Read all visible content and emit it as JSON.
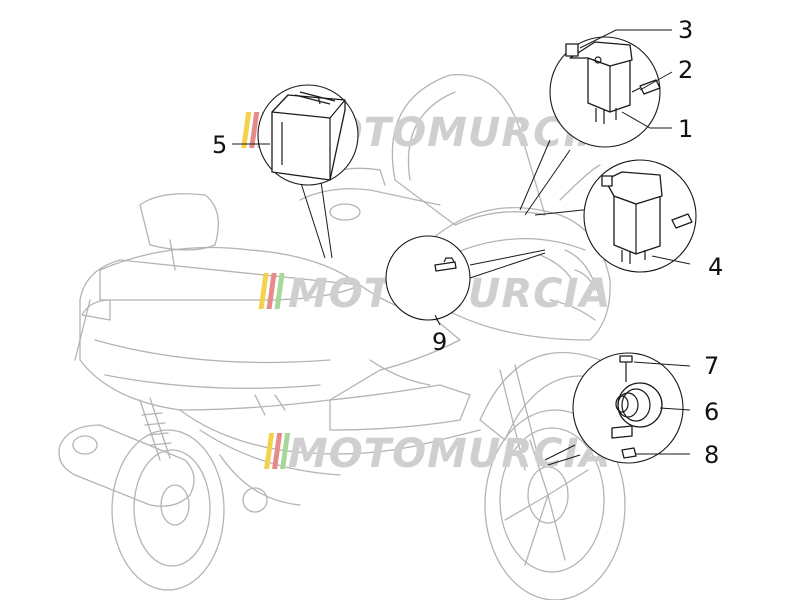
{
  "diagram": {
    "callouts": [
      {
        "id": "c1",
        "label": "1"
      },
      {
        "id": "c2",
        "label": "2"
      },
      {
        "id": "c3",
        "label": "3"
      },
      {
        "id": "c4",
        "label": "4"
      },
      {
        "id": "c5",
        "label": "5"
      },
      {
        "id": "c6",
        "label": "6"
      },
      {
        "id": "c7",
        "label": "7"
      },
      {
        "id": "c8",
        "label": "8"
      },
      {
        "id": "c9",
        "label": "9"
      }
    ]
  },
  "watermark": {
    "text": "MOTOMURCIA",
    "colors": [
      "#f4d24c",
      "#e88a8a",
      "#a6d89a",
      "#cfcfcf"
    ]
  }
}
